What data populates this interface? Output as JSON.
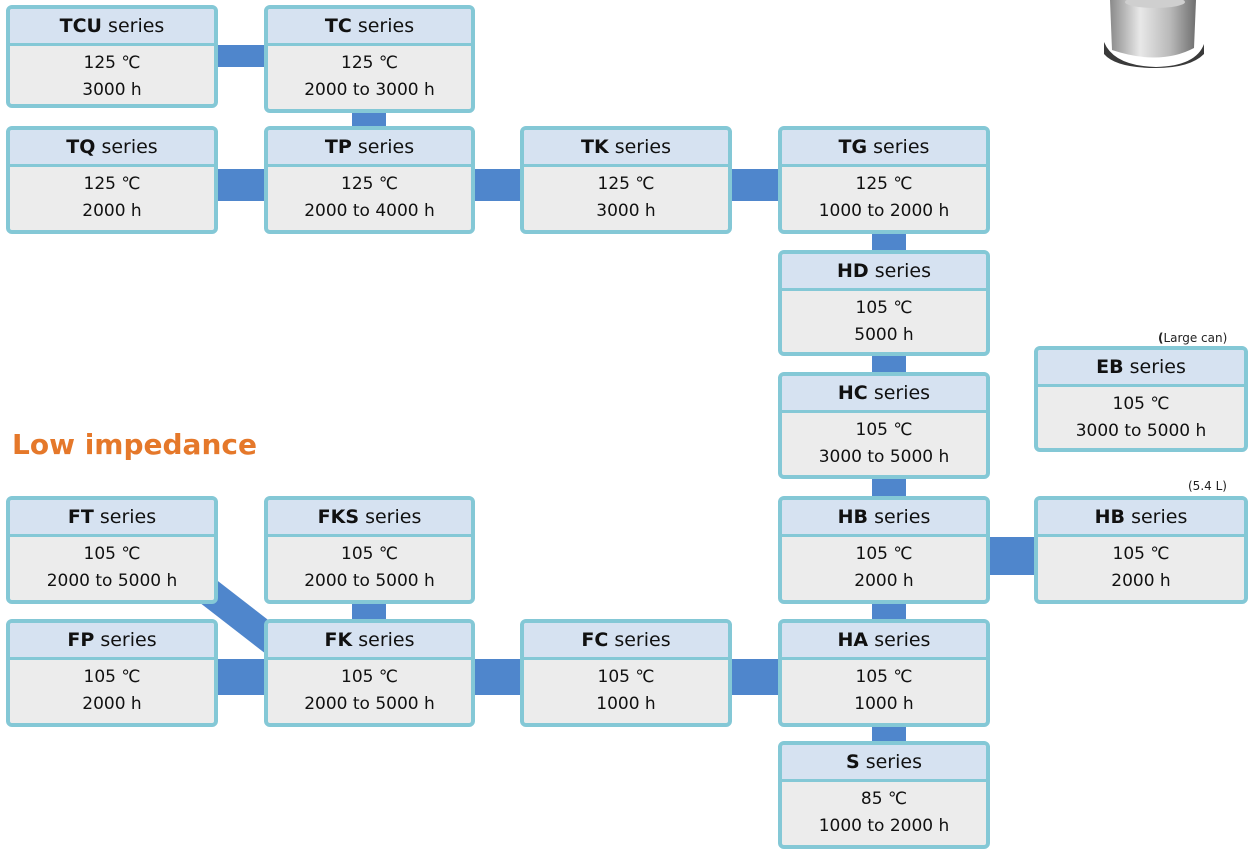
{
  "section_title": "Low impedance",
  "notes": {
    "large_can": "Large can)",
    "large_can_paren": "(",
    "size_54": "(5.4 L)"
  },
  "series_word": "series",
  "cards": {
    "tcu": {
      "name": "TCU",
      "temp": "125 ℃",
      "life": "3000 h"
    },
    "tc": {
      "name": "TC",
      "temp": "125 ℃",
      "life": "2000 to 3000 h"
    },
    "tq": {
      "name": "TQ",
      "temp": "125 ℃",
      "life": "2000 h"
    },
    "tp": {
      "name": "TP",
      "temp": "125 ℃",
      "life": "2000 to 4000 h"
    },
    "tk": {
      "name": "TK",
      "temp": "125 ℃",
      "life": "3000 h"
    },
    "tg": {
      "name": "TG",
      "temp": "125 ℃",
      "life": "1000 to 2000 h"
    },
    "hd": {
      "name": "HD",
      "temp": "105 ℃",
      "life": "5000 h"
    },
    "eb": {
      "name": "EB",
      "temp": "105 ℃",
      "life": "3000 to 5000 h"
    },
    "hc": {
      "name": "HC",
      "temp": "105 ℃",
      "life": "3000 to 5000 h"
    },
    "ft": {
      "name": "FT",
      "temp": "105 ℃",
      "life": "2000 to 5000 h"
    },
    "fks": {
      "name": "FKS",
      "temp": "105 ℃",
      "life": "2000 to 5000 h"
    },
    "hb": {
      "name": "HB",
      "temp": "105 ℃",
      "life": "2000 h"
    },
    "hb54": {
      "name": "HB",
      "temp": "105 ℃",
      "life": "2000 h"
    },
    "fp": {
      "name": "FP",
      "temp": "105 ℃",
      "life": "2000 h"
    },
    "fk": {
      "name": "FK",
      "temp": "105 ℃",
      "life": "2000 to 5000 h"
    },
    "fc": {
      "name": "FC",
      "temp": "105 ℃",
      "life": "1000 h"
    },
    "ha": {
      "name": "HA",
      "temp": "105 ℃",
      "life": "1000 h"
    },
    "s": {
      "name": "S",
      "temp": "85 ℃",
      "life": "1000 to 2000 h"
    }
  },
  "colors": {
    "connector": "#4f86cc",
    "card_border": "#84c8d6",
    "card_header": "#d6e2f1",
    "card_body": "#ececec",
    "title": "#e5782a"
  }
}
